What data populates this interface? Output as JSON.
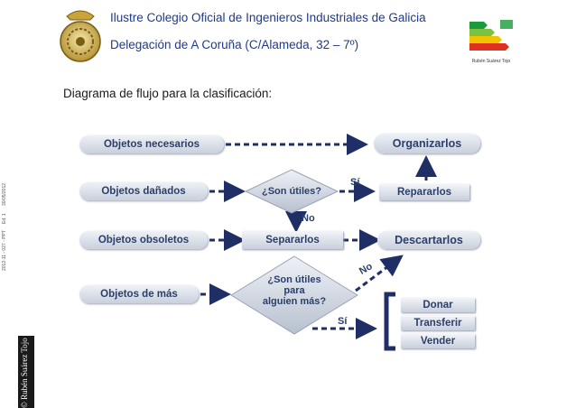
{
  "header": {
    "line1": "Ilustre Colegio Oficial de Ingenieros Industriales de Galicia",
    "line2": "Delegación de A Coruña (C/Alameda, 32 – 7º)"
  },
  "sidebar": {
    "code": "2012-11 - 027 - PPT",
    "edition": "Ed. 1",
    "date": "30/05/2012",
    "copyright": "© Rubén Suárez Tojo"
  },
  "logo_right_caption": "Rubén Suárez Tojo",
  "subtitle": "Diagrama de flujo para la clasificación:",
  "diagram": {
    "left_items": [
      "Objetos necesarios",
      "Objetos dañados",
      "Objetos obsoletos",
      "Objetos de más"
    ],
    "decision1": "¿Son útiles?",
    "decision2": [
      "¿Son útiles",
      "para",
      "alguien más?"
    ],
    "action_separate": "Separarlos",
    "right_items": [
      "Organizarlos",
      "Repararlos",
      "Descartarlos"
    ],
    "options": [
      "Donar",
      "Transferir",
      "Vender"
    ],
    "yes": "Sí",
    "no": "No"
  },
  "colors": {
    "header_text": "#1f3a8c",
    "shape_text": "#2b3f6b",
    "arrow": "#1f2f66"
  }
}
